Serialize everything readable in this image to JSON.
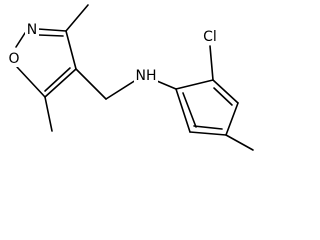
{
  "molecule": {
    "atoms": {
      "isoxazole_n": "N",
      "isoxazole_o": "O",
      "amine_nh": "NH",
      "chlorine": "Cl"
    }
  }
}
